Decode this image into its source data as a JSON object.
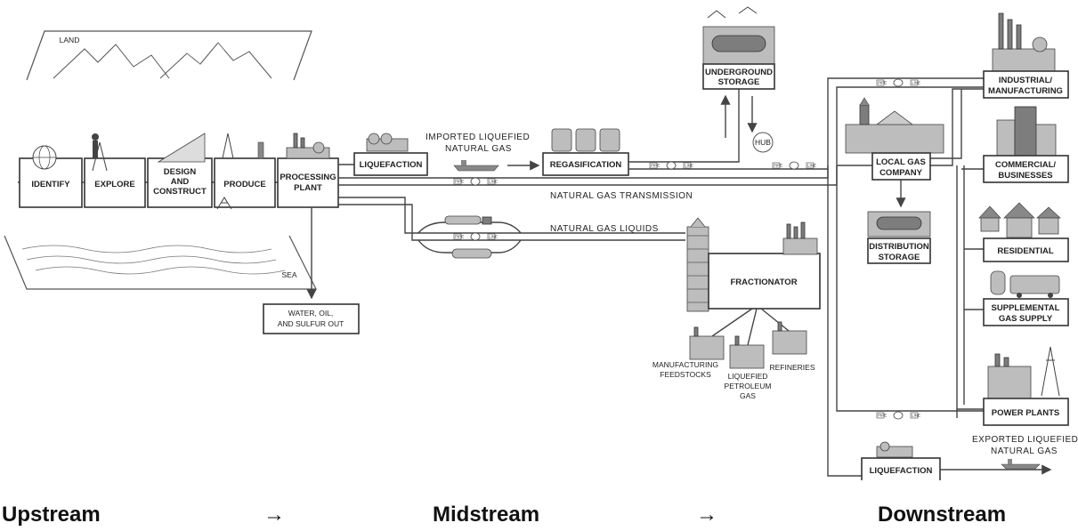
{
  "regions": {
    "land": "LAND",
    "sea": "SEA"
  },
  "upstream": {
    "identify": "IDENTIFY",
    "explore": "EXPLORE",
    "design_1": "DESIGN",
    "design_2": "AND",
    "design_3": "CONSTRUCT",
    "produce": "PRODUCE",
    "processing_1": "PROCESSING",
    "processing_2": "PLANT",
    "waste_1": "WATER, OIL,",
    "waste_2": "AND SULFUR OUT"
  },
  "midstream": {
    "liquefaction": "LIQUEFACTION",
    "imported_lng_1": "IMPORTED LIQUEFIED",
    "imported_lng_2": "NATURAL GAS",
    "regasification": "REGASIFICATION",
    "underground_1": "UNDERGROUND",
    "underground_2": "STORAGE",
    "hub": "HUB",
    "transmission": "NATURAL GAS TRANSMISSION",
    "ngl": "NATURAL GAS LIQUIDS",
    "fractionator": "FRACTIONATOR",
    "manufacturing_1": "MANUFACTURING",
    "manufacturing_2": "FEEDSTOCKS",
    "lpg_1": "LIQUEFIED",
    "lpg_2": "PETROLEUM",
    "lpg_3": "GAS",
    "refineries": "REFINERIES"
  },
  "downstream": {
    "ldc_1": "LOCAL GAS",
    "ldc_2": "COMPANY",
    "distribution_1": "DISTRIBUTION",
    "distribution_2": "STORAGE",
    "industrial_1": "INDUSTRIAL/",
    "industrial_2": "MANUFACTURING",
    "commercial_1": "COMMERCIAL/",
    "commercial_2": "BUSINESSES",
    "residential": "RESIDENTIAL",
    "supplemental_1": "SUPPLEMENTAL",
    "supplemental_2": "GAS SUPPLY",
    "power": "POWER PLANTS",
    "liquefaction": "LIQUEFACTION",
    "exported_lng_1": "EXPORTED LIQUEFIED",
    "exported_lng_2": "NATURAL GAS"
  },
  "pipe_tag": {
    "left": "PIPE",
    "right": "LINE"
  },
  "stages": {
    "upstream": "Upstream",
    "arrow1": "→",
    "midstream": "Midstream",
    "arrow2": "→",
    "downstream": "Downstream"
  },
  "colors": {
    "ink": "#333333",
    "picture": "#bdbdbd",
    "dark": "#7d7d7d"
  }
}
